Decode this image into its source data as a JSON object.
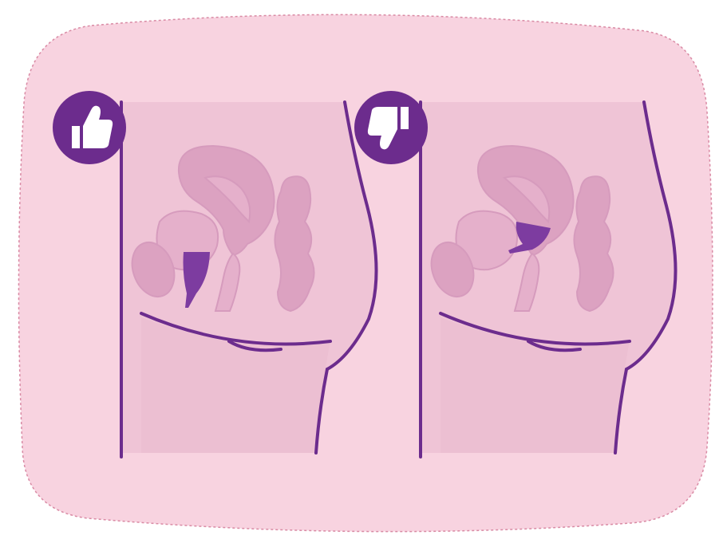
{
  "colors": {
    "card_fill": "#f8d3e0",
    "card_border": "#d98aa4",
    "panel_fill": "#eebfd3",
    "organ_light": "#e3a9c6",
    "organ_mid": "#dba0c0",
    "outline": "#6c2c8d",
    "cup": "#7d3ca0",
    "icon_bg": "#6c2c8d",
    "icon_fg": "#ffffff"
  },
  "panels": [
    {
      "verdict": "correct",
      "icon": "thumbs-up-icon",
      "cup_position": "low-in-vaginal-canal-upright"
    },
    {
      "verdict": "incorrect",
      "icon": "thumbs-down-icon",
      "cup_position": "high-near-cervix-tilted"
    }
  ]
}
